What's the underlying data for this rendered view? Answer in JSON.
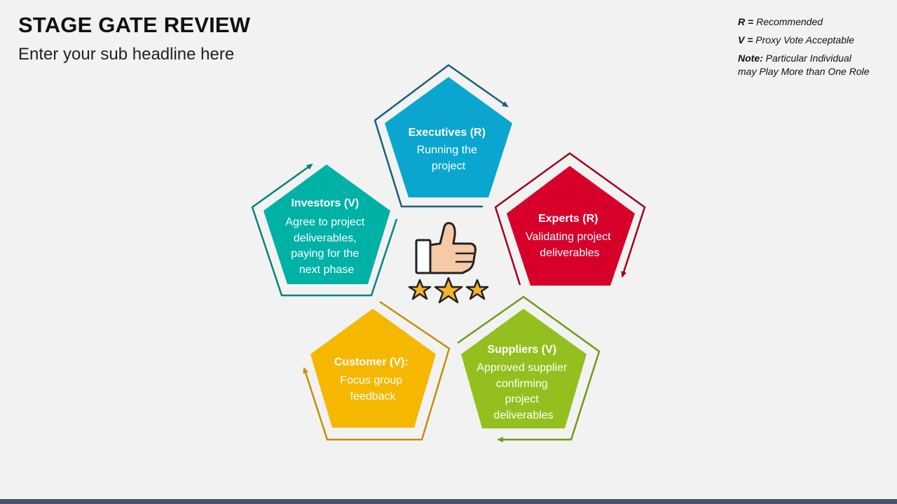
{
  "header": {
    "title": "STAGE GATE REVIEW",
    "subtitle": "Enter your sub headline here"
  },
  "legend": {
    "r_key": "R =",
    "r_value": "Recommended",
    "v_key": "V =",
    "v_value": "Proxy Vote Acceptable",
    "note_key": "Note:",
    "note_line1": "Particular Individual",
    "note_line2": "may Play More than One Role"
  },
  "colors": {
    "executives": "#0aa6cf",
    "experts": "#d6002a",
    "suppliers": "#93c01f",
    "customer": "#f5b700",
    "investors": "#00b1a6",
    "background": "#f2f2f2",
    "bottom_bar": "#44546a"
  },
  "center_icon": {
    "icons": [
      "thumbs-up-icon",
      "star-icon",
      "star-icon",
      "star-icon"
    ]
  },
  "stages": [
    {
      "key": "executives",
      "title": "Executives (R)",
      "lines": [
        "Running the",
        "project"
      ]
    },
    {
      "key": "experts",
      "title": "Experts (R)",
      "lines": [
        "Validating project",
        "deliverables"
      ]
    },
    {
      "key": "suppliers",
      "title": "Suppliers (V)",
      "lines": [
        "Approved supplier",
        "confirming",
        "project",
        "deliverables"
      ]
    },
    {
      "key": "customer",
      "title": "Customer (V):",
      "lines": [
        "Focus group",
        "feedback"
      ]
    },
    {
      "key": "investors",
      "title": "Investors (V)",
      "lines": [
        "Agree to project",
        "deliverables,",
        "paying for the",
        "next phase"
      ]
    }
  ]
}
